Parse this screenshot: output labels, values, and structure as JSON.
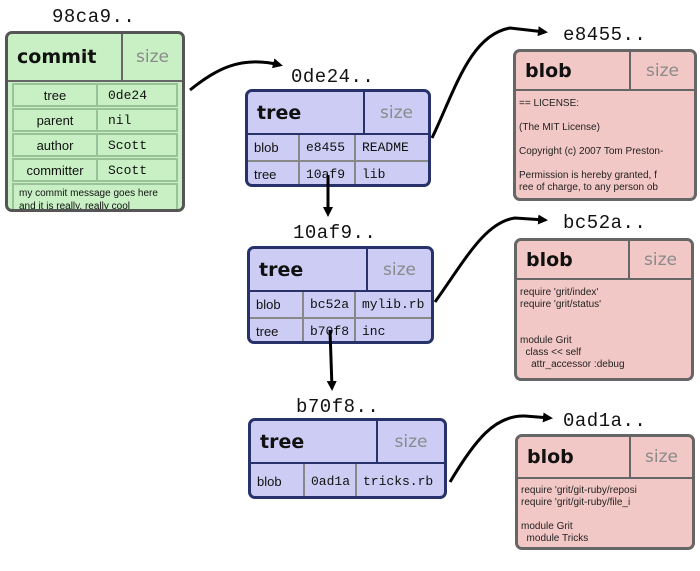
{
  "commit": {
    "sha": "98ca9..",
    "type": "commit",
    "size": "size",
    "rows": [
      {
        "label": "tree",
        "value": "0de24"
      },
      {
        "label": "parent",
        "value": "nil"
      },
      {
        "label": "author",
        "value": "Scott"
      },
      {
        "label": "committer",
        "value": "Scott"
      }
    ],
    "message": "my commit message goes here\nand it is really, really cool"
  },
  "trees": [
    {
      "sha": "0de24..",
      "type": "tree",
      "size": "size",
      "entries": [
        {
          "kind": "blob",
          "sha": "e8455",
          "name": "README"
        },
        {
          "kind": "tree",
          "sha": "10af9",
          "name": "lib"
        }
      ]
    },
    {
      "sha": "10af9..",
      "type": "tree",
      "size": "size",
      "entries": [
        {
          "kind": "blob",
          "sha": "bc52a",
          "name": "mylib.rb"
        },
        {
          "kind": "tree",
          "sha": "b70f8",
          "name": "inc"
        }
      ]
    },
    {
      "sha": "b70f8..",
      "type": "tree",
      "size": "size",
      "entries": [
        {
          "kind": "blob",
          "sha": "0ad1a",
          "name": "tricks.rb"
        }
      ]
    }
  ],
  "blobs": [
    {
      "sha": "e8455..",
      "type": "blob",
      "size": "size",
      "content": "== LICENSE:\n\n(The MIT License)\n\nCopyright (c) 2007 Tom Preston-\n\nPermission is hereby granted, f\nree of charge, to any person ob"
    },
    {
      "sha": "bc52a..",
      "type": "blob",
      "size": "size",
      "content": "require 'grit/index'\nrequire 'grit/status'\n\n\nmodule Grit\n  class << self\n    attr_accessor :debug"
    },
    {
      "sha": "0ad1a..",
      "type": "blob",
      "size": "size",
      "content": "require 'grit/git-ruby/reposi\nrequire 'grit/git-ruby/file_i\n\nmodule Grit\n  module Tricks"
    }
  ]
}
